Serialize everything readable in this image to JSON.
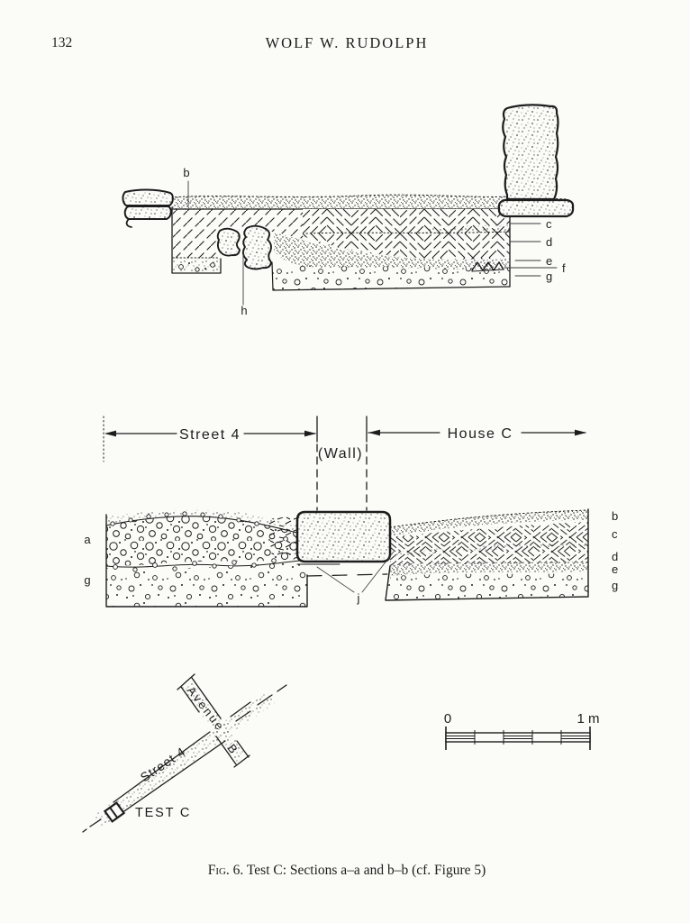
{
  "page": {
    "number": "132",
    "running_head": "WOLF W. RUDOLPH",
    "caption": {
      "fig": "Fig. 6.",
      "text": " Test C: Sections a–a and b–b (cf. Figure 5)"
    }
  },
  "section_top": {
    "labels": {
      "b": "b",
      "c": "c",
      "d": "d",
      "e": "e",
      "f": "f",
      "g": "g",
      "h": "h"
    }
  },
  "section_mid": {
    "street": "Street 4",
    "wall": "(Wall)",
    "house": "House C",
    "j": "j",
    "left": {
      "a": "a",
      "g": "g"
    },
    "right": {
      "b": "b",
      "c": "c",
      "d": "d",
      "e": "e",
      "g": "g"
    }
  },
  "plan": {
    "avenue": "Avenue",
    "avenue_b": "B",
    "street": "Street 4",
    "test": "TEST C"
  },
  "scale_bar": {
    "zero": "0",
    "one": "1 m"
  },
  "colors": {
    "ink": "#1d1d1d",
    "paper": "#fbfbf8"
  }
}
